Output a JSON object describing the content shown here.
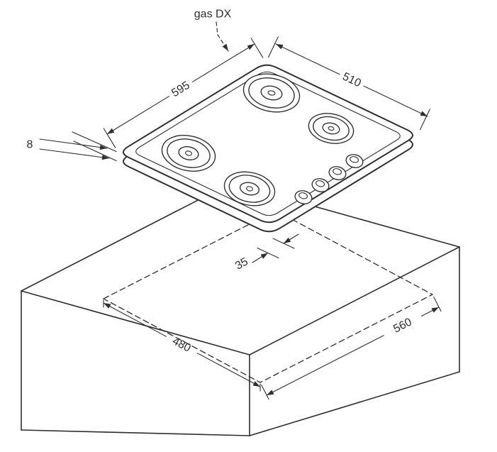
{
  "diagram": {
    "gas_label": "gas DX",
    "dim_hob_width": "595",
    "dim_hob_depth": "510",
    "dim_hob_height": "8",
    "dim_front_offset": "35",
    "dim_cutout_width": "560",
    "dim_cutout_depth": "480"
  },
  "colors": {
    "line": "#2e2e2e",
    "background": "#ffffff"
  }
}
